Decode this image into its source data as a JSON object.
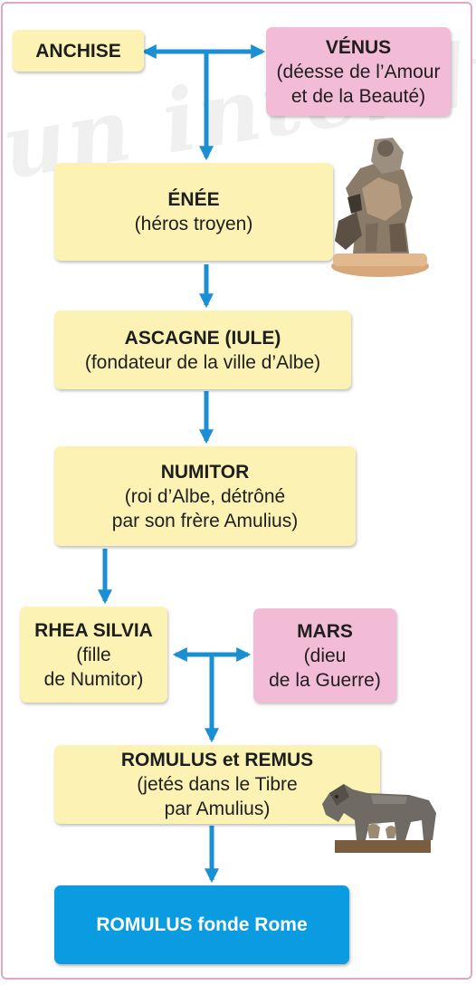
{
  "watermark": "un interdit",
  "colors": {
    "person_box": "#fbf2b4",
    "deity_box": "#f3bcd6",
    "outcome_box": "#0a9be0",
    "arrow": "#1b8fd4",
    "frame": "#e4a4c4"
  },
  "nodes": {
    "anchise": {
      "name": "ANCHISE",
      "desc": ""
    },
    "venus": {
      "name": "VÉNUS",
      "desc": "(déesse de l’Amour\net de la Beauté)"
    },
    "enee": {
      "name": "ÉNÉE",
      "desc": "(héros troyen)"
    },
    "ascagne": {
      "name": "ASCAGNE (IULE)",
      "desc": "(fondateur de la ville d’Albe)"
    },
    "numitor": {
      "name": "NUMITOR",
      "desc": "(roi d’Albe, détrôné\npar son frère Amulius)"
    },
    "rhea": {
      "name": "RHEA SILVIA",
      "desc": "(fille\nde Numitor)"
    },
    "mars": {
      "name": "MARS",
      "desc": "(dieu\nde la Guerre)"
    },
    "romulus_remus": {
      "name": "ROMULUS et REMUS",
      "desc": "(jetés dans le Tibre\npar Amulius)"
    },
    "rome": {
      "name": "ROMULUS fonde Rome",
      "desc": ""
    }
  },
  "edges": [
    {
      "from": "anchise",
      "to": "venus",
      "type": "union"
    },
    {
      "from": "anchise+venus",
      "to": "enee",
      "type": "descent"
    },
    {
      "from": "enee",
      "to": "ascagne",
      "type": "descent"
    },
    {
      "from": "ascagne",
      "to": "numitor",
      "type": "descent"
    },
    {
      "from": "numitor",
      "to": "rhea",
      "type": "descent"
    },
    {
      "from": "rhea",
      "to": "mars",
      "type": "union"
    },
    {
      "from": "rhea+mars",
      "to": "romulus_remus",
      "type": "descent"
    },
    {
      "from": "romulus_remus",
      "to": "rome",
      "type": "descent"
    }
  ],
  "images": [
    {
      "name": "enee-statue-figure",
      "subject": "statue of Aeneas carrying Anchises"
    },
    {
      "name": "she-wolf-statue-figure",
      "subject": "Capitoline she-wolf statue"
    }
  ]
}
